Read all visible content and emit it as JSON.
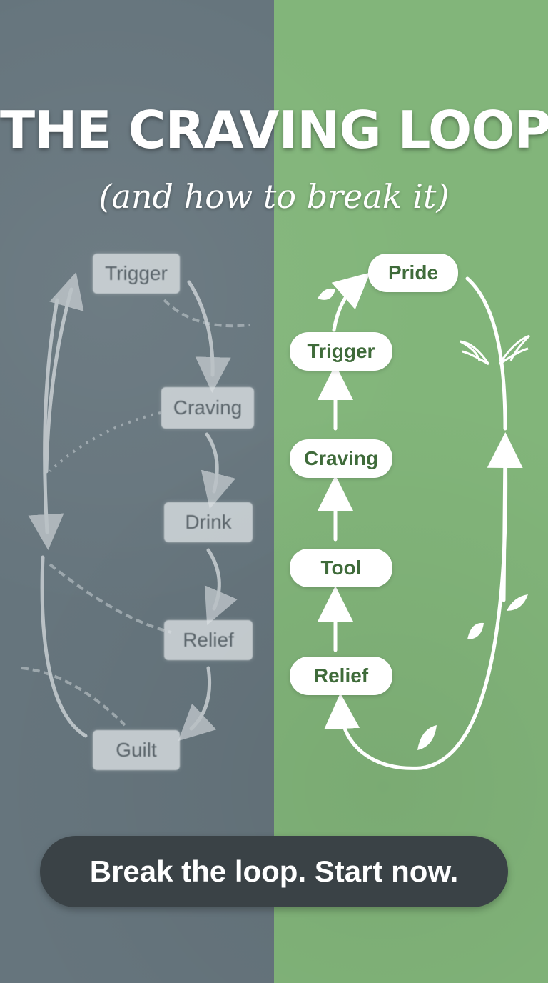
{
  "title": "THE CRAVING LOOP",
  "subtitle": "(and how to break it)",
  "old_loop": {
    "nodes": [
      "Trigger",
      "Craving",
      "Drink",
      "Relief",
      "Guilt"
    ]
  },
  "new_loop": {
    "nodes": [
      "Pride",
      "Trigger",
      "Craving",
      "Tool",
      "Relief"
    ]
  },
  "cta": "Break the loop. Start now.",
  "colors": {
    "left_bg": "#66757d",
    "right_bg": "#82b57a",
    "cta_bg": "#3a4246",
    "new_node_text": "#3f6b3a"
  }
}
